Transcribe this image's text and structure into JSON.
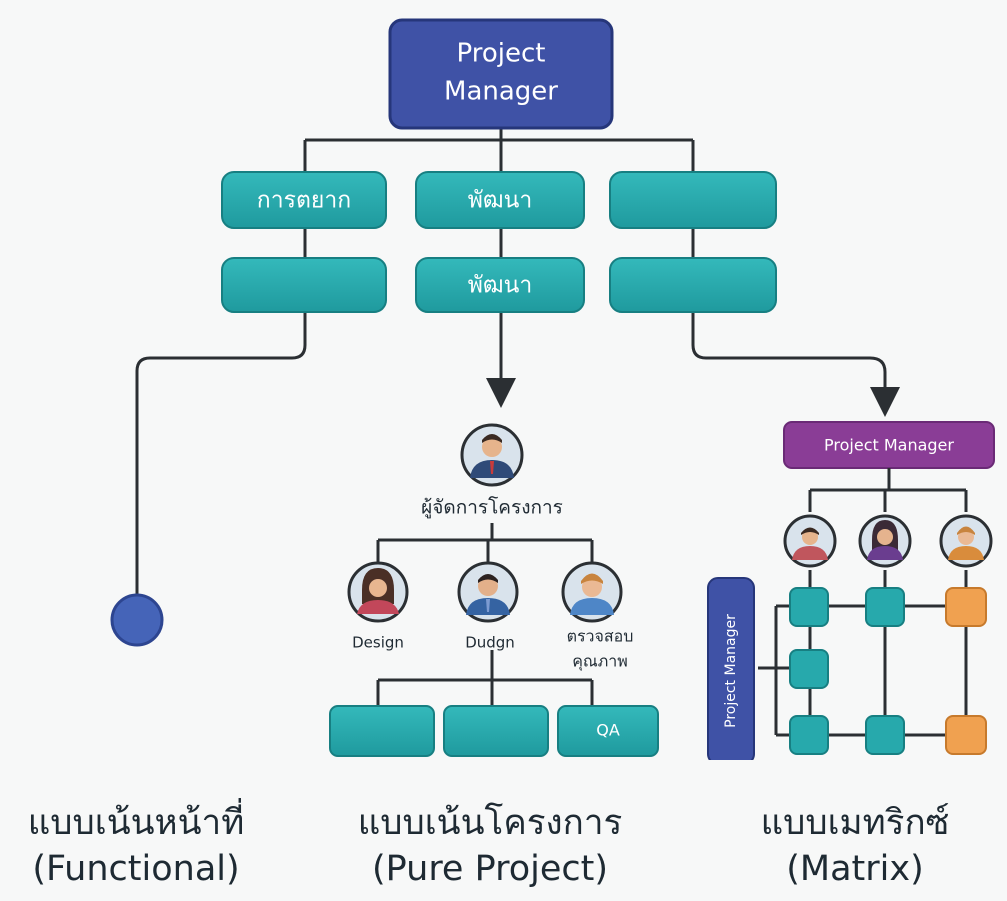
{
  "top": {
    "label_line1": "Project",
    "label_line2": "Manager"
  },
  "departments": [
    "การตยาก",
    "พัฒนา",
    "",
    "",
    "พัฒนา",
    ""
  ],
  "pure_project": {
    "manager_label": "ผู้จัดการโครงการ",
    "members": [
      "Design",
      "Dudgn",
      "ตรวจสอบ\nคุณภาพ"
    ],
    "boxes": [
      "",
      "",
      "QA"
    ]
  },
  "matrix": {
    "top_label": "Project Manager",
    "side_label": "Project Manager"
  },
  "captions": {
    "functional": {
      "thai": "แบบเน้นหน้าที่",
      "eng": "(Functional)"
    },
    "pure": {
      "thai": "แบบเน้นโครงการ",
      "eng": "(Pure Project)"
    },
    "matrix": {
      "thai": "แบบเมทริกซ์",
      "eng": "(Matrix)"
    }
  },
  "colors": {
    "navy": "#3f52a6",
    "teal": "#27a9ac",
    "purple": "#8a3d96",
    "orange": "#f0a150",
    "line": "#2b2f33"
  }
}
